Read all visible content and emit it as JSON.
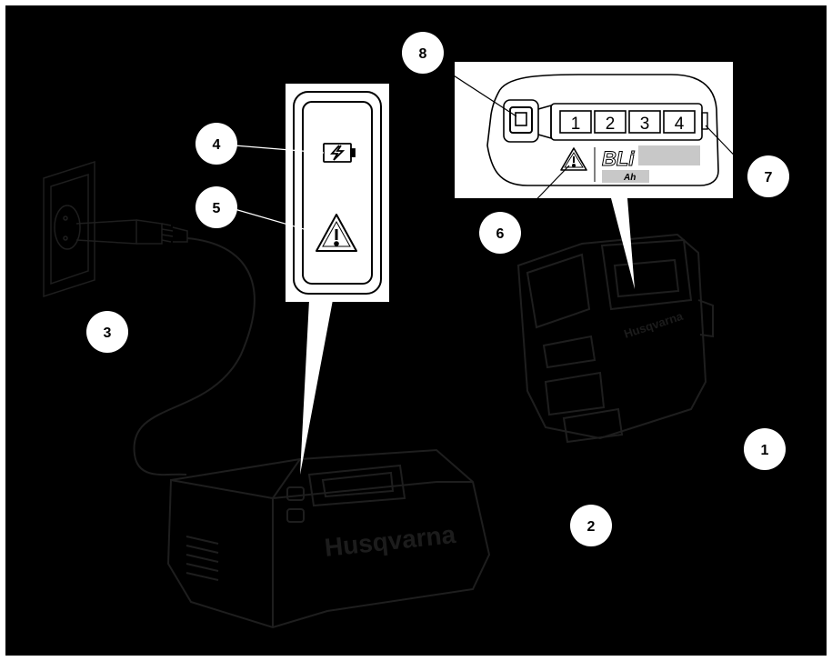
{
  "colors": {
    "background": "#000000",
    "frame": "#ffffff",
    "device_line": "#1e1e1e",
    "callout_fill": "#ffffff",
    "panel_grey": "#c8c8c8"
  },
  "charger_panel": {
    "icons": [
      "battery-charging-icon",
      "warning-triangle-icon"
    ]
  },
  "battery_display": {
    "cells": [
      "1",
      "2",
      "3",
      "4"
    ],
    "brand": "BLi",
    "unit": "Ah",
    "icons": [
      "power-button-icon",
      "warning-triangle-icon"
    ]
  },
  "devices": {
    "charger_brand": "Husqvarna",
    "battery_brand": "Husqvarna"
  },
  "callouts": [
    {
      "id": "1",
      "label": "1"
    },
    {
      "id": "2",
      "label": "2"
    },
    {
      "id": "3",
      "label": "3"
    },
    {
      "id": "4",
      "label": "4"
    },
    {
      "id": "5",
      "label": "5"
    },
    {
      "id": "6",
      "label": "6"
    },
    {
      "id": "7",
      "label": "7"
    },
    {
      "id": "8",
      "label": "8"
    }
  ]
}
